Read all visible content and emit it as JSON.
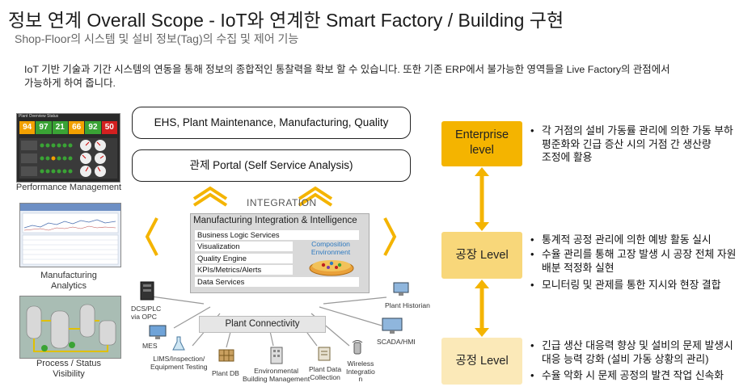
{
  "header": {
    "title": "정보 연계 Overall Scope -  IoT와 연계한 Smart Factory / Building 구현",
    "subtitle": "Shop-Floor의 시스템 및 설비 정보(Tag)의 수집 및 제어 기능",
    "intro_line1": "IoT 기반 기술과 기간 시스템의 연동을 통해 정보의 종합적인 통찰력을 확보 할 수 있습니다.  또한 기존 ERP에서 불가능한 영역들을 Live Factory의 관점에서",
    "intro_line2": "가능하게 하여 줍니다."
  },
  "left_panels": {
    "performance": {
      "caption": "Performance Management",
      "header": "Plant Overview Status",
      "kpis": [
        {
          "value": "94",
          "color": "#f2a000"
        },
        {
          "value": "97",
          "color": "#3aa335"
        },
        {
          "value": "21",
          "color": "#3aa335"
        },
        {
          "value": "66",
          "color": "#f2a000"
        },
        {
          "value": "92",
          "color": "#3aa335"
        },
        {
          "value": "50",
          "color": "#d32020"
        }
      ]
    },
    "analytics": {
      "caption_line1": "Manufacturing",
      "caption_line2": "Analytics"
    },
    "process": {
      "caption_line1": "Process / Status",
      "caption_line2": "Visibility"
    }
  },
  "center": {
    "top_box": "EHS, Plant Maintenance, Manufacturing, Quality",
    "portal_box": "관제 Portal  (Self Service Analysis)",
    "integration_label": "INTEGRATION",
    "mii_title": "Manufacturing Integration & Intelligence",
    "services": [
      "Business Logic Services",
      "Visualization",
      "Quality Engine",
      "KPIs/Metrics/Alerts",
      "Data Services"
    ],
    "composition_line1": "Composition",
    "composition_line2": "Environment",
    "plant_connectivity": "Plant Connectivity",
    "devices": {
      "dcs_line1": "DCS/PLC",
      "dcs_line2": "via OPC",
      "mes": "MES",
      "lims_line1": "LIMS/Inspection/",
      "lims_line2": "Equipment Testing",
      "plantdb": "Plant DB",
      "env_line1": "Environmental",
      "env_line2": "Building Management",
      "pdc_line1": "Plant Data",
      "pdc_line2": "Collection",
      "wireless_line1": "Wireless",
      "wireless_line2": "Integratio",
      "wireless_line3": "n",
      "scada": "SCADA/HMI",
      "historian": "Plant Historian"
    }
  },
  "levels": {
    "enterprise": {
      "label_line1": "Enterprise",
      "label_line2": "level",
      "color": "#f4b400",
      "bullet_line1": "각 거점의 설비 가동률 관리에 의한 가동 부하",
      "bullet_line2": "평준화와 긴급 증산 시의 거점 간 생산량",
      "bullet_line3": "조정에 활용"
    },
    "factory": {
      "label": "공장 Level",
      "color": "#f8d77a",
      "bullet1": "통계적 공정 관리에 의한 예방 활동 실시",
      "bullet2_line1": "수율 관리를 통해 고장 발생 시 공장 전체 자원",
      "bullet2_line2": "배분 적정화 실현",
      "bullet3": "모니터링 및 관제를 통한 지시와 현장 결합"
    },
    "process": {
      "label": "공정 Level",
      "color": "#fbe9b8",
      "bullet1_line1": "긴급 생산 대응력 향상 및 설비의 문제 발생시",
      "bullet1_line2": "대응 능력 강화 (설비 가동 상황의 관리)",
      "bullet2": "수율 악화 시 문제 공정의 발견 작업 신속화"
    },
    "arrow_color": "#f4b400"
  }
}
